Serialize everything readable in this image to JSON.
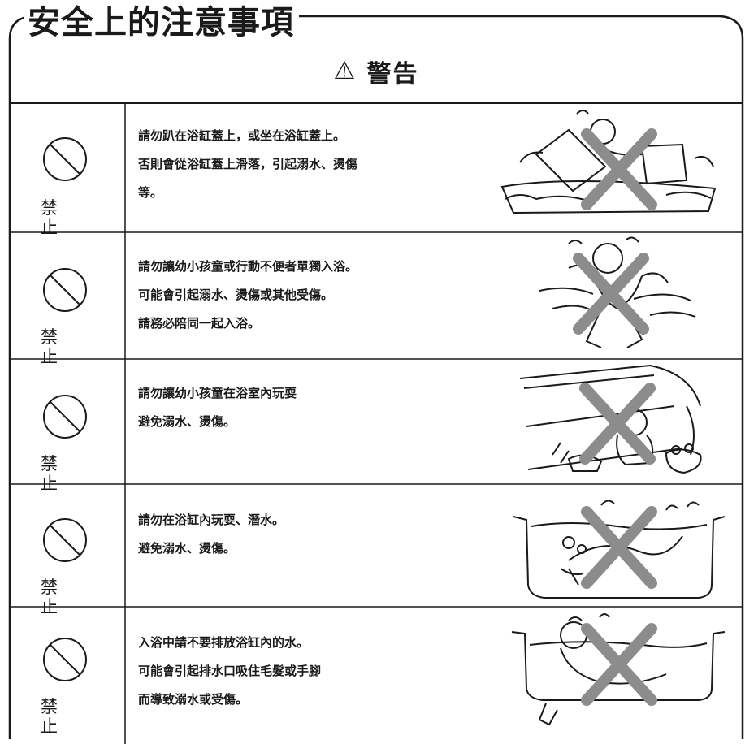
{
  "page": {
    "title": "安全上的注意事項"
  },
  "warning": {
    "symbol": "⚠",
    "title": "警告"
  },
  "rows": [
    {
      "icon": "prohibit-icon",
      "label": "禁 止",
      "lines": [
        "請勿趴在浴缸蓋上，或坐在浴缸蓋上。",
        "否則會從浴缸蓋上滑落，引起溺水、燙傷",
        "等。"
      ],
      "illustration": "child-on-bathtub-cover-crossed-out"
    },
    {
      "icon": "prohibit-icon",
      "label": "禁 止",
      "lines": [
        "請勿讓幼小孩童或行動不便者單獨入浴。",
        "可能會引起溺水、燙傷或其他受傷。",
        "請務必陪同一起入浴。"
      ],
      "illustration": "child-alone-in-water-crossed-out"
    },
    {
      "icon": "prohibit-icon",
      "label": "禁 止",
      "lines": [
        "請勿讓幼小孩童在浴室內玩耍",
        "避免溺水、燙傷。"
      ],
      "illustration": "child-playing-in-bathroom-crossed-out"
    },
    {
      "icon": "prohibit-icon",
      "label": "禁 止",
      "lines": [
        "請勿在浴缸內玩耍、潛水。",
        "避免溺水、燙傷。"
      ],
      "illustration": "child-diving-in-bathtub-crossed-out"
    },
    {
      "icon": "prohibit-icon",
      "label": "禁 止",
      "lines": [
        "入浴中請不要排放浴缸內的水。",
        "可能會引起排水口吸住毛髮或手腳",
        "而導致溺水或受傷。"
      ],
      "illustration": "draining-while-bathing-crossed-out"
    }
  ]
}
